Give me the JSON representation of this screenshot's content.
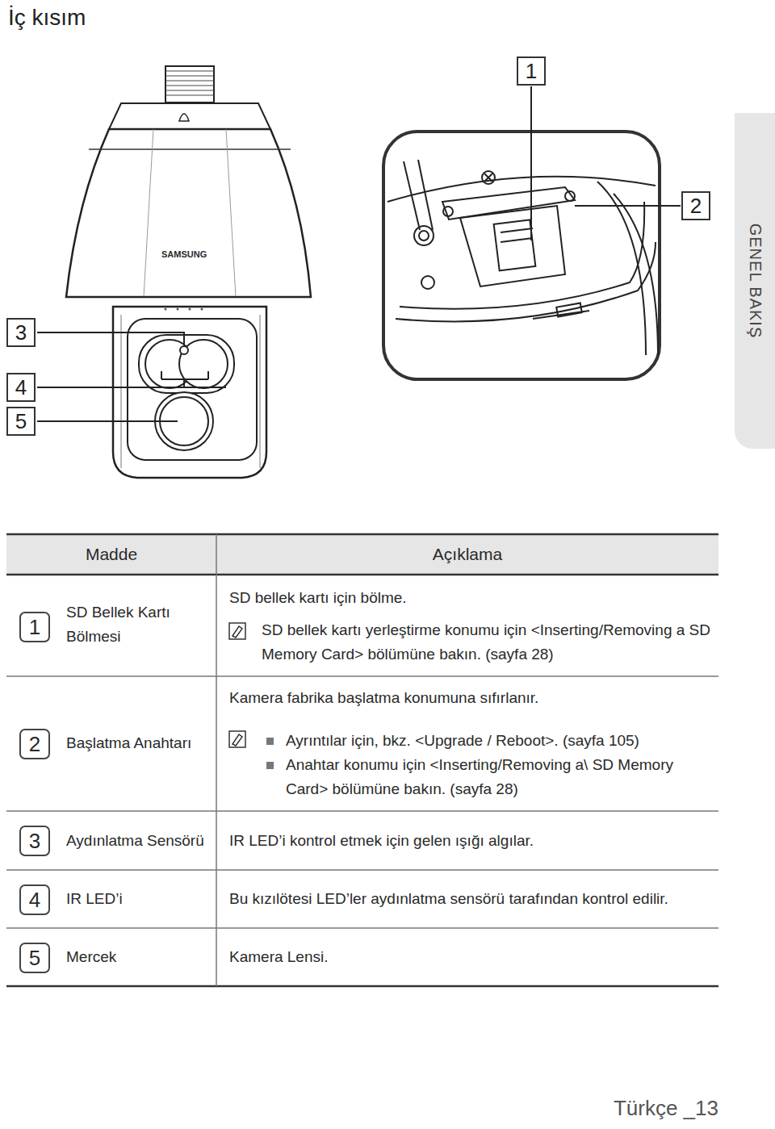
{
  "diagram": {
    "title": "İç kısım",
    "nodes": [
      {
        "text": [
          "1"
        ]
      },
      {
        "text": [
          "2"
        ]
      },
      {
        "text": [
          "3"
        ]
      },
      {
        "text": [
          "4"
        ]
      },
      {
        "text": [
          "5"
        ]
      },
      {
        "text": [
          "GENEL BAKIŞ"
        ]
      }
    ],
    "labels": [
      "SAMSUNG",
      "Madde",
      "Açıklama",
      "1",
      "SD Bellek Kartı Bölmesi",
      "SD bellek kartı için bölme.",
      "SD bellek kartı yerleştirme konumu için <Inserting/Removing a SD Memory Card> bölümüne bakın. (sayfa 28)",
      "2",
      "Başlatma Anahtarı",
      "Kamera fabrika başlatma konumuna sıfırlanır.",
      "Ayrıntılar için, bkz. <Upgrade / Reboot>. (sayfa 105)",
      "Anahtar konumu için <Inserting/Removing a\\ SD Memory Card> bölümüne bakın. (sayfa 28)",
      "3",
      "Aydınlatma Sensörü",
      "IR LED’i kontrol etmek için gelen ışığı algılar.",
      "4",
      "IR LED’i",
      "Bu kızılötesi LED’ler aydınlatma sensörü tarafından kontrol edilir.",
      "5",
      "Mercek",
      "Kamera Lensi.",
      "Türkçe _13"
    ]
  }
}
